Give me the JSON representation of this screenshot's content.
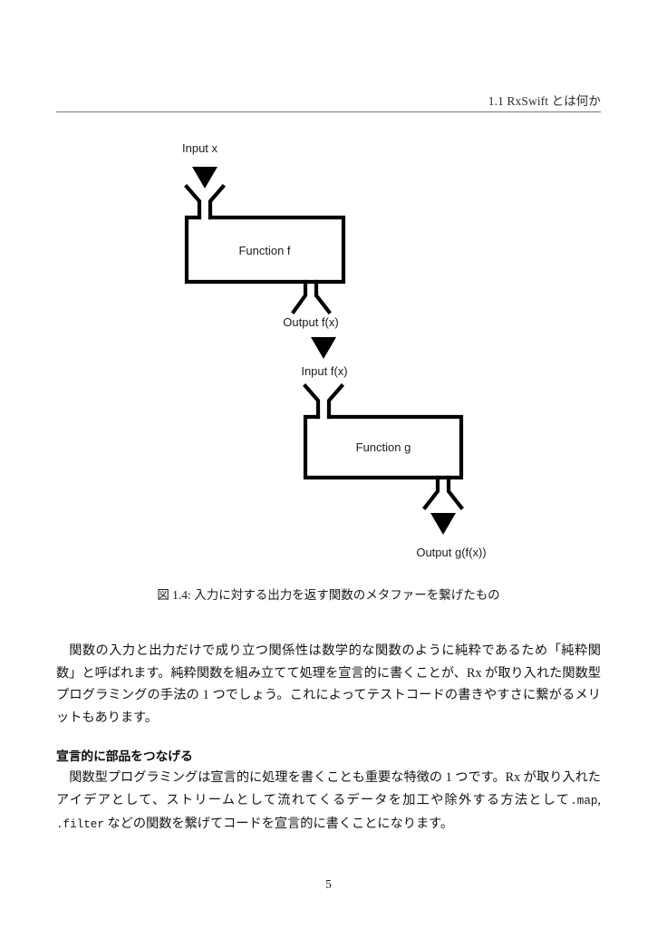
{
  "header": {
    "running_title": "1.1 RxSwift とは何か"
  },
  "figure": {
    "caption": "図 1.4: 入力に対する出力を返す関数のメタファーを繋げたもの",
    "labels": {
      "input_x": "Input x",
      "function_f": "Function f",
      "output_fx": "Output f(x)",
      "input_fx": "Input f(x)",
      "function_g": "Function g",
      "output_gfx": "Output g(f(x))"
    },
    "stroke_color": "#000000",
    "fill_color": "#000000"
  },
  "body": {
    "paragraph_1": "関数の入力と出力だけで成り立つ関係性は数学的な関数のように純粋であるため「純粋関数」と呼ばれます。純粋関数を組み立てて処理を宣言的に書くことが、Rx が取り入れた関数型プログラミングの手法の 1 つでしょう。これによってテストコードの書きやすさに繋がるメリットもあります。",
    "subheading": "宣言的に部品をつなげる",
    "paragraph_2_part1": "関数型プログラミングは宣言的に処理を書くことも重要な特徴の 1 つです。Rx が取り入れたアイデアとして、ストリームとして流れてくるデータを加工や除外する方法として",
    "paragraph_2_code1": ".map",
    "paragraph_2_part2": ", ",
    "paragraph_2_code2": ".filter",
    "paragraph_2_part3": " などの関数を繋げてコードを宣言的に書くことになります。"
  },
  "footer": {
    "page_number": "5"
  }
}
